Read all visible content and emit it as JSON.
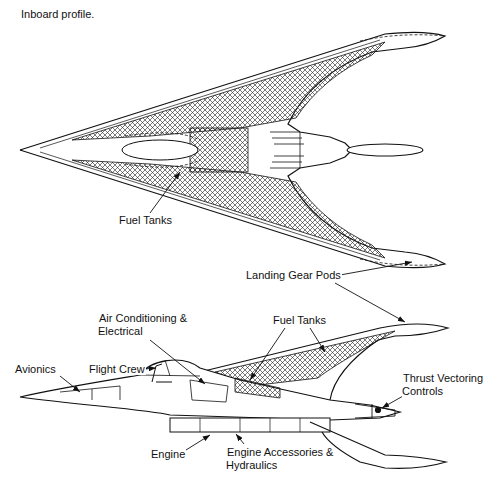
{
  "diagram": {
    "title": "Inboard profile.",
    "labels": [
      "Fuel Tanks",
      "Landing Gear Pods",
      "Air Conditioning & Electrical",
      "Fuel Tanks",
      "Avionics",
      "Flight Crew",
      "Thrust Vectoring Controls",
      "Engine",
      "Engine Accessories & Hydraulics"
    ]
  }
}
